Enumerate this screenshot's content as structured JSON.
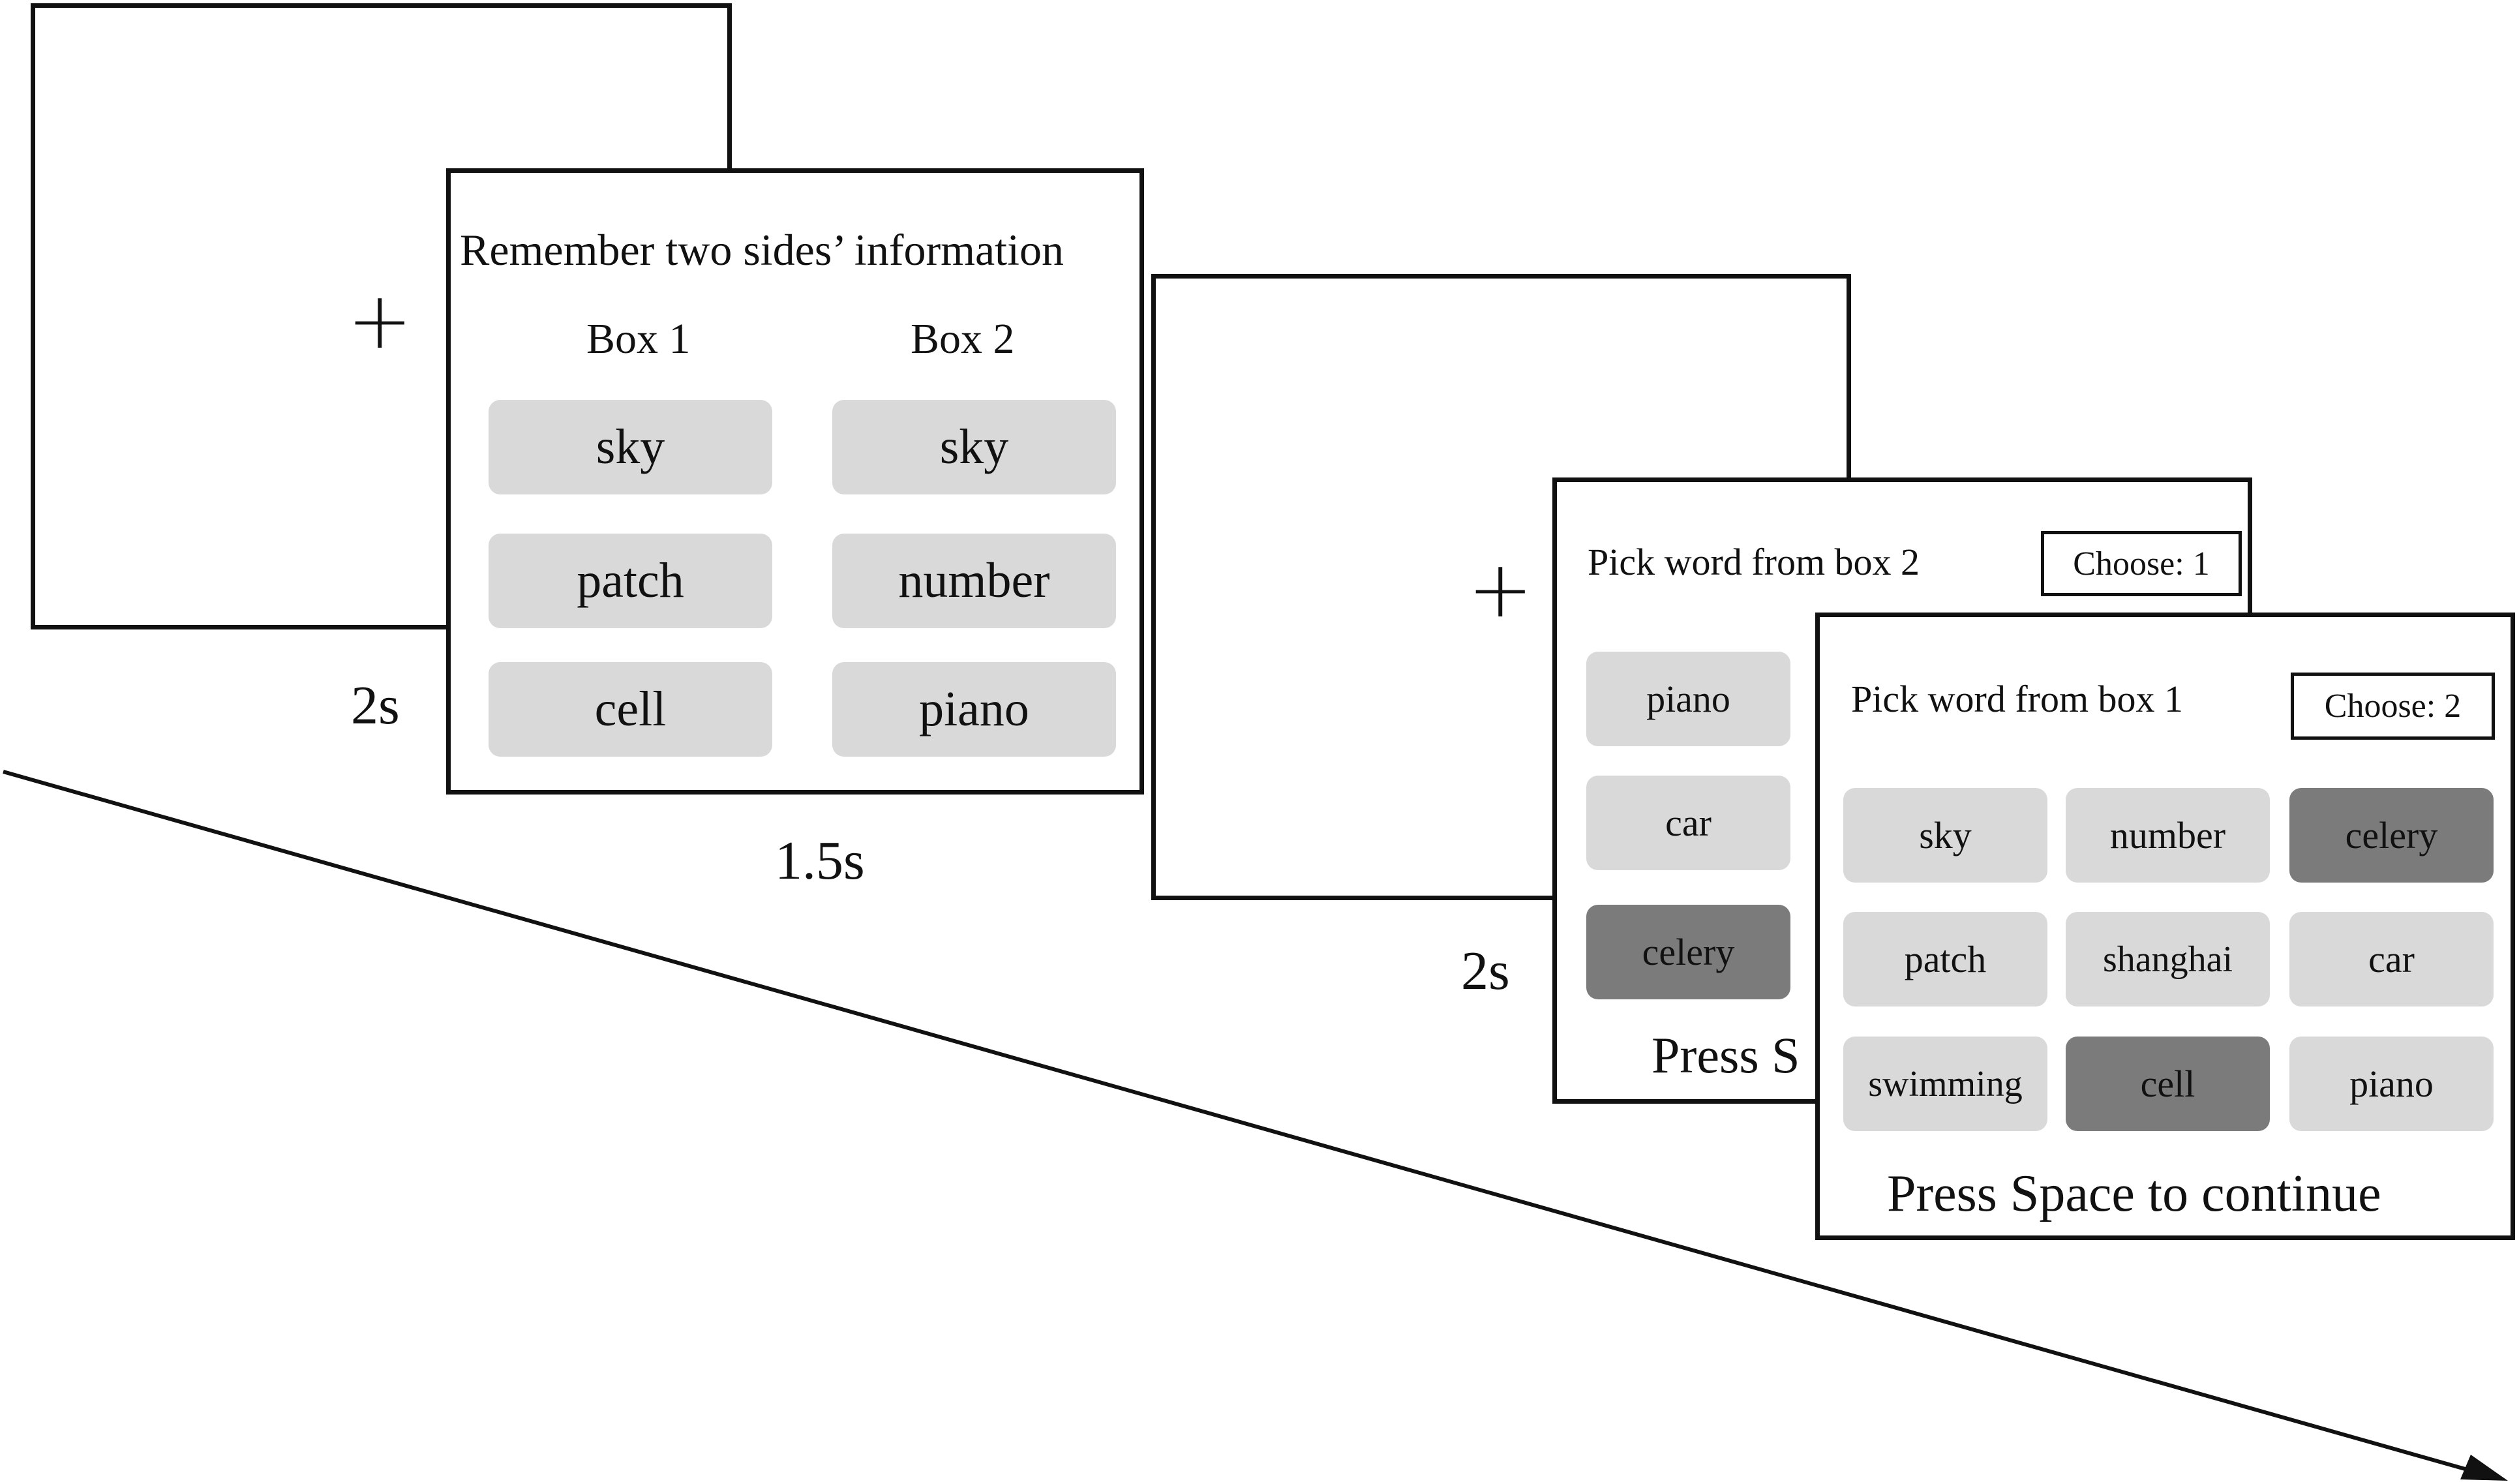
{
  "fixation_1": {
    "symbol": "+",
    "duration": "2s"
  },
  "study": {
    "instruction": "Remember two sides’ information",
    "box1_label": "Box 1",
    "box2_label": "Box 2",
    "box1_words": [
      "sky",
      "patch",
      "cell"
    ],
    "box2_words": [
      "sky",
      "number",
      "piano"
    ],
    "duration": "1.5s"
  },
  "fixation_2": {
    "symbol": "+",
    "duration": "2s"
  },
  "test_1": {
    "instruction": "Pick word from box 2",
    "choose": "Choose: 1",
    "words": [
      "piano",
      "car",
      "celery"
    ],
    "continue_partial": "Press S"
  },
  "test_2": {
    "instruction": "Pick word from box 1",
    "choose": "Choose: 2",
    "words": [
      [
        "sky",
        "number",
        "celery"
      ],
      [
        "patch",
        "shanghai",
        "car"
      ],
      [
        "swimming",
        "cell",
        "piano"
      ]
    ],
    "continue": "Press Space to continue"
  },
  "colors": {
    "word_tile": "#d9d9d9",
    "selected_tile": "#7b7b7b",
    "border": "#111111"
  }
}
